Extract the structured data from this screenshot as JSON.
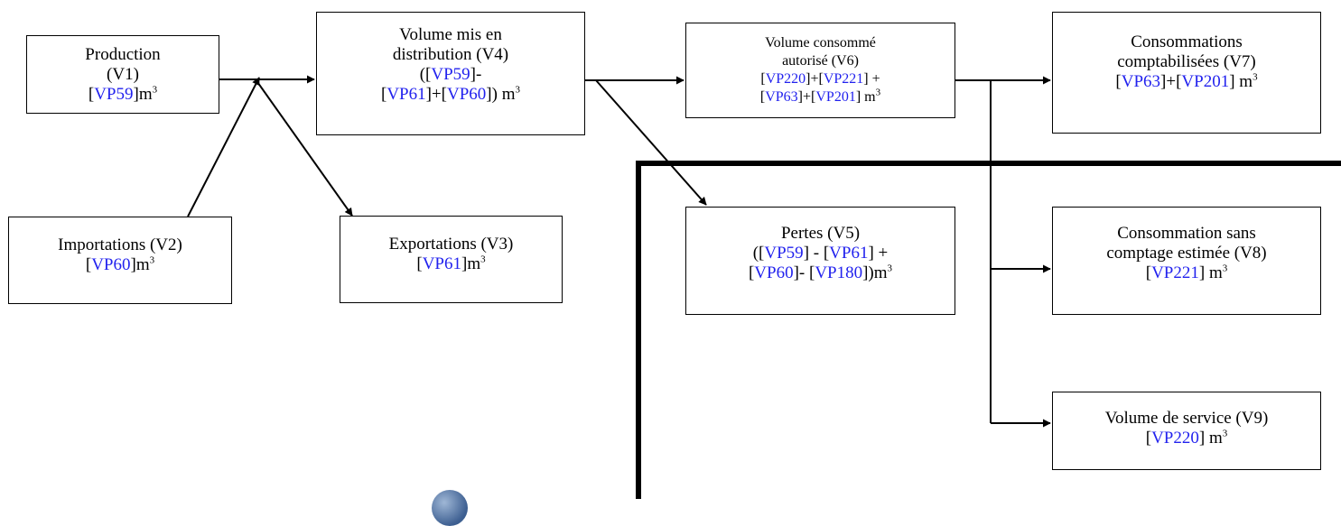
{
  "units": {
    "m": "m",
    "exp": "3"
  },
  "boxes": {
    "v1": {
      "title": "Production",
      "id": "(V1)",
      "ref": "VP59"
    },
    "v2": {
      "title": "Importations (V2)",
      "ref": "VP60"
    },
    "v3": {
      "title": "Exportations (V3)",
      "ref": "VP61"
    },
    "v4": {
      "title1": "Volume mis en",
      "title2": "distribution (V4)",
      "ref_a": "VP59",
      "ref_b": "VP61",
      "ref_c": "VP60"
    },
    "v5": {
      "title": "Pertes (V5)",
      "ref_a": "VP59",
      "ref_b": "VP61",
      "ref_c": "VP60",
      "ref_d": "VP180"
    },
    "v6": {
      "title1": "Volume consommé",
      "title2": "autorisé (V6)",
      "ref_a": "VP220",
      "ref_b": "VP221",
      "ref_c": "VP63",
      "ref_d": "VP201"
    },
    "v7": {
      "title1": "Consommations",
      "title2": "comptabilisées (V7)",
      "ref_a": "VP63",
      "ref_b": "VP201"
    },
    "v8": {
      "title1": "Consommation sans",
      "title2": "comptage estimée (V8)",
      "ref": "VP221"
    },
    "v9": {
      "title": "Volume de service (V9)",
      "ref": "VP220"
    }
  }
}
